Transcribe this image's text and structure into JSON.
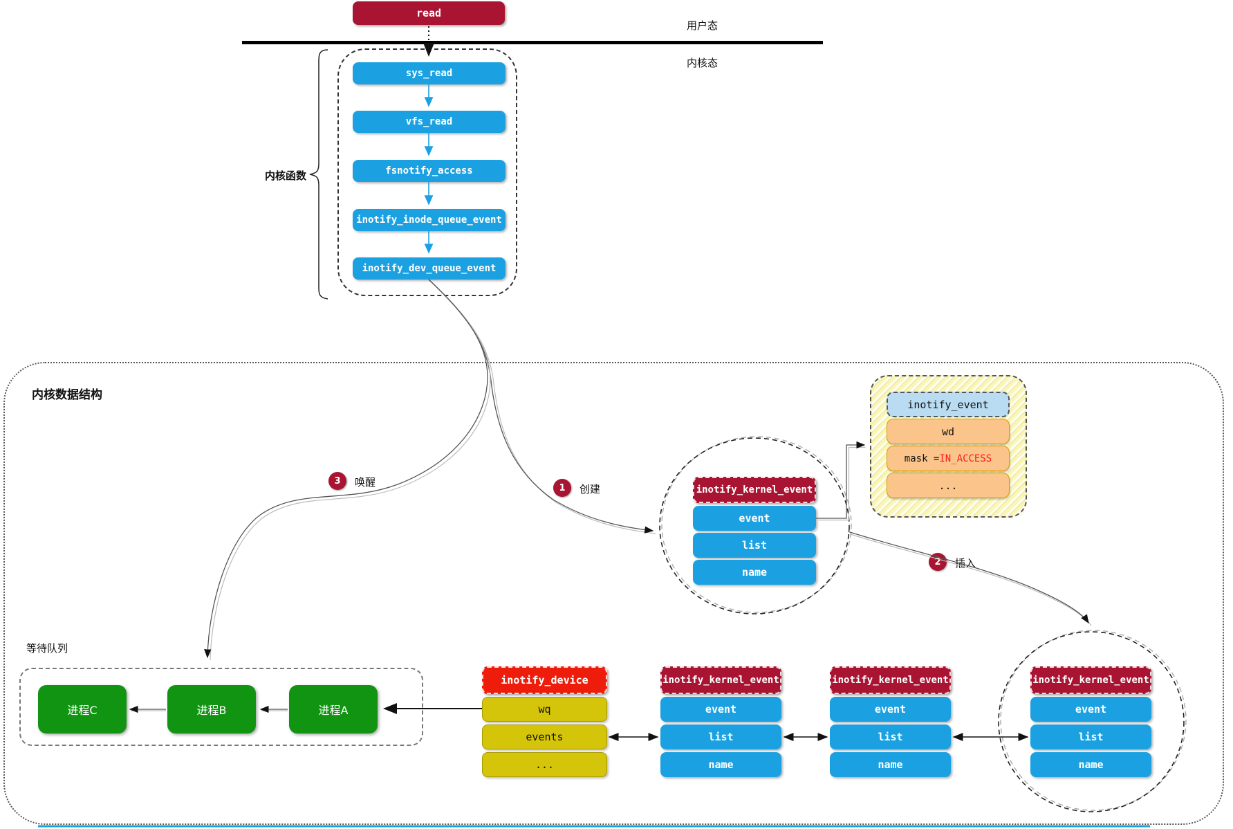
{
  "top": {
    "read": "read",
    "user_mode_label": "用户态",
    "kernel_mode_label": "内核态"
  },
  "kernel_functions": {
    "group_label": "内核函数",
    "stack": [
      "sys_read",
      "vfs_read",
      "fsnotify_access",
      "inotify_inode_queue_event",
      "inotify_dev_queue_event"
    ]
  },
  "kernel_data": {
    "title": "内核数据结构",
    "step_create": {
      "num": "1",
      "label": "创建"
    },
    "step_insert": {
      "num": "2",
      "label": "插入"
    },
    "step_wakeup": {
      "num": "3",
      "label": "唤醒"
    },
    "inotify_event": {
      "title": "inotify_event",
      "row_wd": "wd",
      "row_mask_label": "mask = ",
      "row_mask_value": "IN_ACCESS",
      "row_more": "..."
    },
    "kernel_event": {
      "title": "inotify_kernel_event",
      "rows": [
        "event",
        "list",
        "name"
      ]
    },
    "inotify_device": {
      "title": "inotify_device",
      "rows": [
        "wq",
        "events",
        "..."
      ]
    },
    "wait_queue": {
      "label": "等待队列",
      "processes": [
        "进程C",
        "进程B",
        "进程A"
      ]
    }
  },
  "colors": {
    "crimson": "#A81432",
    "bright_red": "#EE1C0A",
    "blue": "#1BA1E2",
    "green": "#119411",
    "dark_yellow": "#D4C40A",
    "orange_row": "#FAC48A",
    "light_blue_header": "#B9DCF2",
    "mask_value_red": "#FF1A1A"
  }
}
